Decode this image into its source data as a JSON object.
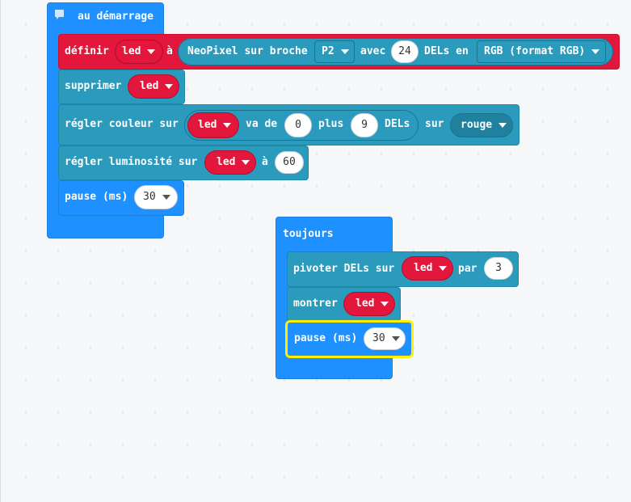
{
  "on_start": {
    "title": "au démarrage",
    "set_block": {
      "label": "définir",
      "variable": "led",
      "to_label": "à",
      "neopixel": {
        "label": "NeoPixel sur broche",
        "pin": "P2",
        "with_label": "avec",
        "count": "24",
        "leds_label": "DELs en",
        "mode": "RGB (format RGB)"
      }
    },
    "clear_block": {
      "label": "supprimer",
      "variable": "led"
    },
    "range_color_block": {
      "label": "régler couleur sur",
      "variable": "led",
      "from_label": "va de",
      "from_value": "0",
      "plus_label": "plus",
      "plus_value": "9",
      "dels_label": "DELs",
      "on_label": "sur",
      "color": "rouge"
    },
    "brightness_block": {
      "label": "régler luminosité sur",
      "variable": "led",
      "to_label": "à",
      "value": "60"
    },
    "pause_block": {
      "label": "pause (ms)",
      "value": "30"
    }
  },
  "forever": {
    "title": "toujours",
    "rotate_block": {
      "label": "pivoter DELs sur",
      "variable": "led",
      "by_label": "par",
      "value": "3"
    },
    "show_block": {
      "label": "montrer",
      "variable": "led"
    },
    "pause_block": {
      "label": "pause (ms)",
      "value": "30"
    }
  },
  "colors": {
    "events": "#1e90ff",
    "neopixel": "#2b9bbd",
    "variables": "#e3163c",
    "selection": "#ffef00"
  }
}
